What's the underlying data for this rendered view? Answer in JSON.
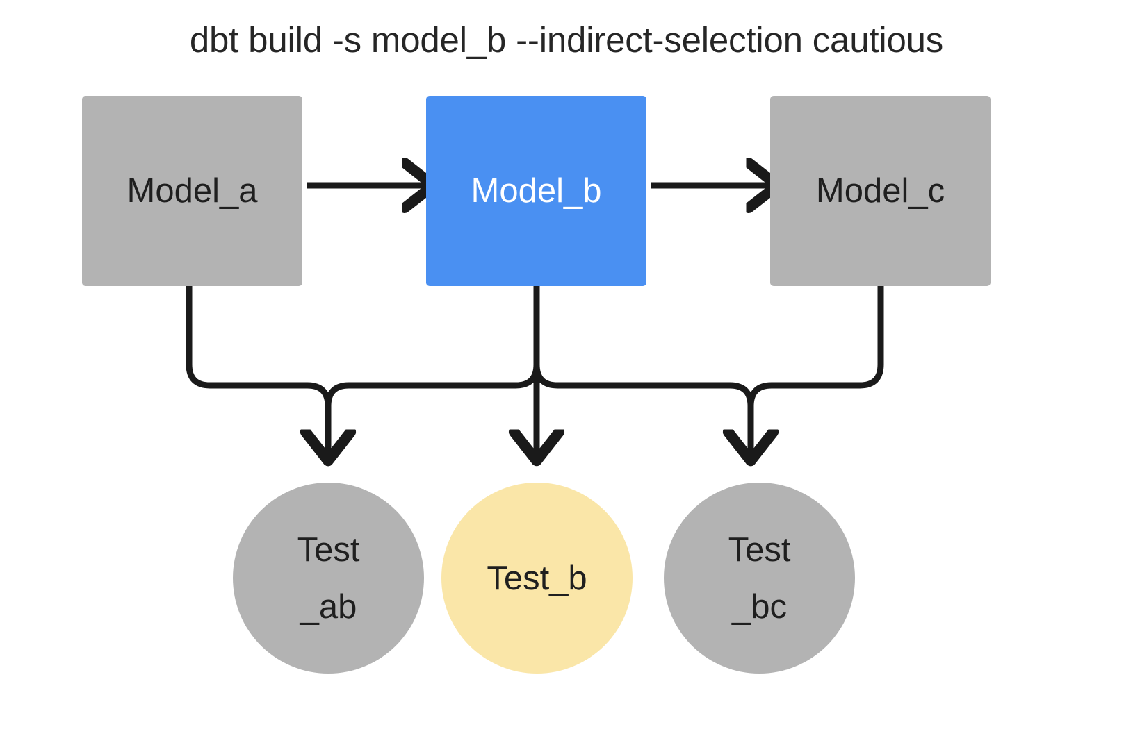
{
  "title": "dbt build -s model_b --indirect-selection cautious",
  "colors": {
    "background": "#ffffff",
    "selected_node": "#4a90f2",
    "unselected_node": "#b3b3b3",
    "indirect_test": "#fae6a8",
    "edge": "#1a1a1a",
    "text_dark": "#1f1f1f",
    "text_light": "#ffffff"
  },
  "models": [
    {
      "id": "model_a",
      "label": "Model_a",
      "state": "unselected",
      "fill": "#b3b3b3"
    },
    {
      "id": "model_b",
      "label": "Model_b",
      "state": "selected",
      "fill": "#4a90f2"
    },
    {
      "id": "model_c",
      "label": "Model_c",
      "state": "unselected",
      "fill": "#b3b3b3"
    }
  ],
  "tests": [
    {
      "id": "test_ab",
      "label": "Test_ab",
      "line1": "Test",
      "line2": "_ab",
      "state": "unselected",
      "fill": "#b3b3b3"
    },
    {
      "id": "test_b",
      "label": "Test_b",
      "line1": "Test_b",
      "line2": "",
      "state": "included",
      "fill": "#fae6a8"
    },
    {
      "id": "test_bc",
      "label": "Test_bc",
      "line1": "Test",
      "line2": "_bc",
      "state": "unselected",
      "fill": "#b3b3b3"
    }
  ],
  "edges": [
    {
      "from": "model_a",
      "to": "model_b",
      "kind": "arrow"
    },
    {
      "from": "model_b",
      "to": "model_c",
      "kind": "arrow"
    },
    {
      "from": "model_a",
      "to": "test_ab",
      "kind": "arrow"
    },
    {
      "from": "model_b",
      "to": "test_ab",
      "kind": "arrow"
    },
    {
      "from": "model_b",
      "to": "test_b",
      "kind": "arrow"
    },
    {
      "from": "model_b",
      "to": "test_bc",
      "kind": "arrow"
    },
    {
      "from": "model_c",
      "to": "test_bc",
      "kind": "arrow"
    }
  ]
}
